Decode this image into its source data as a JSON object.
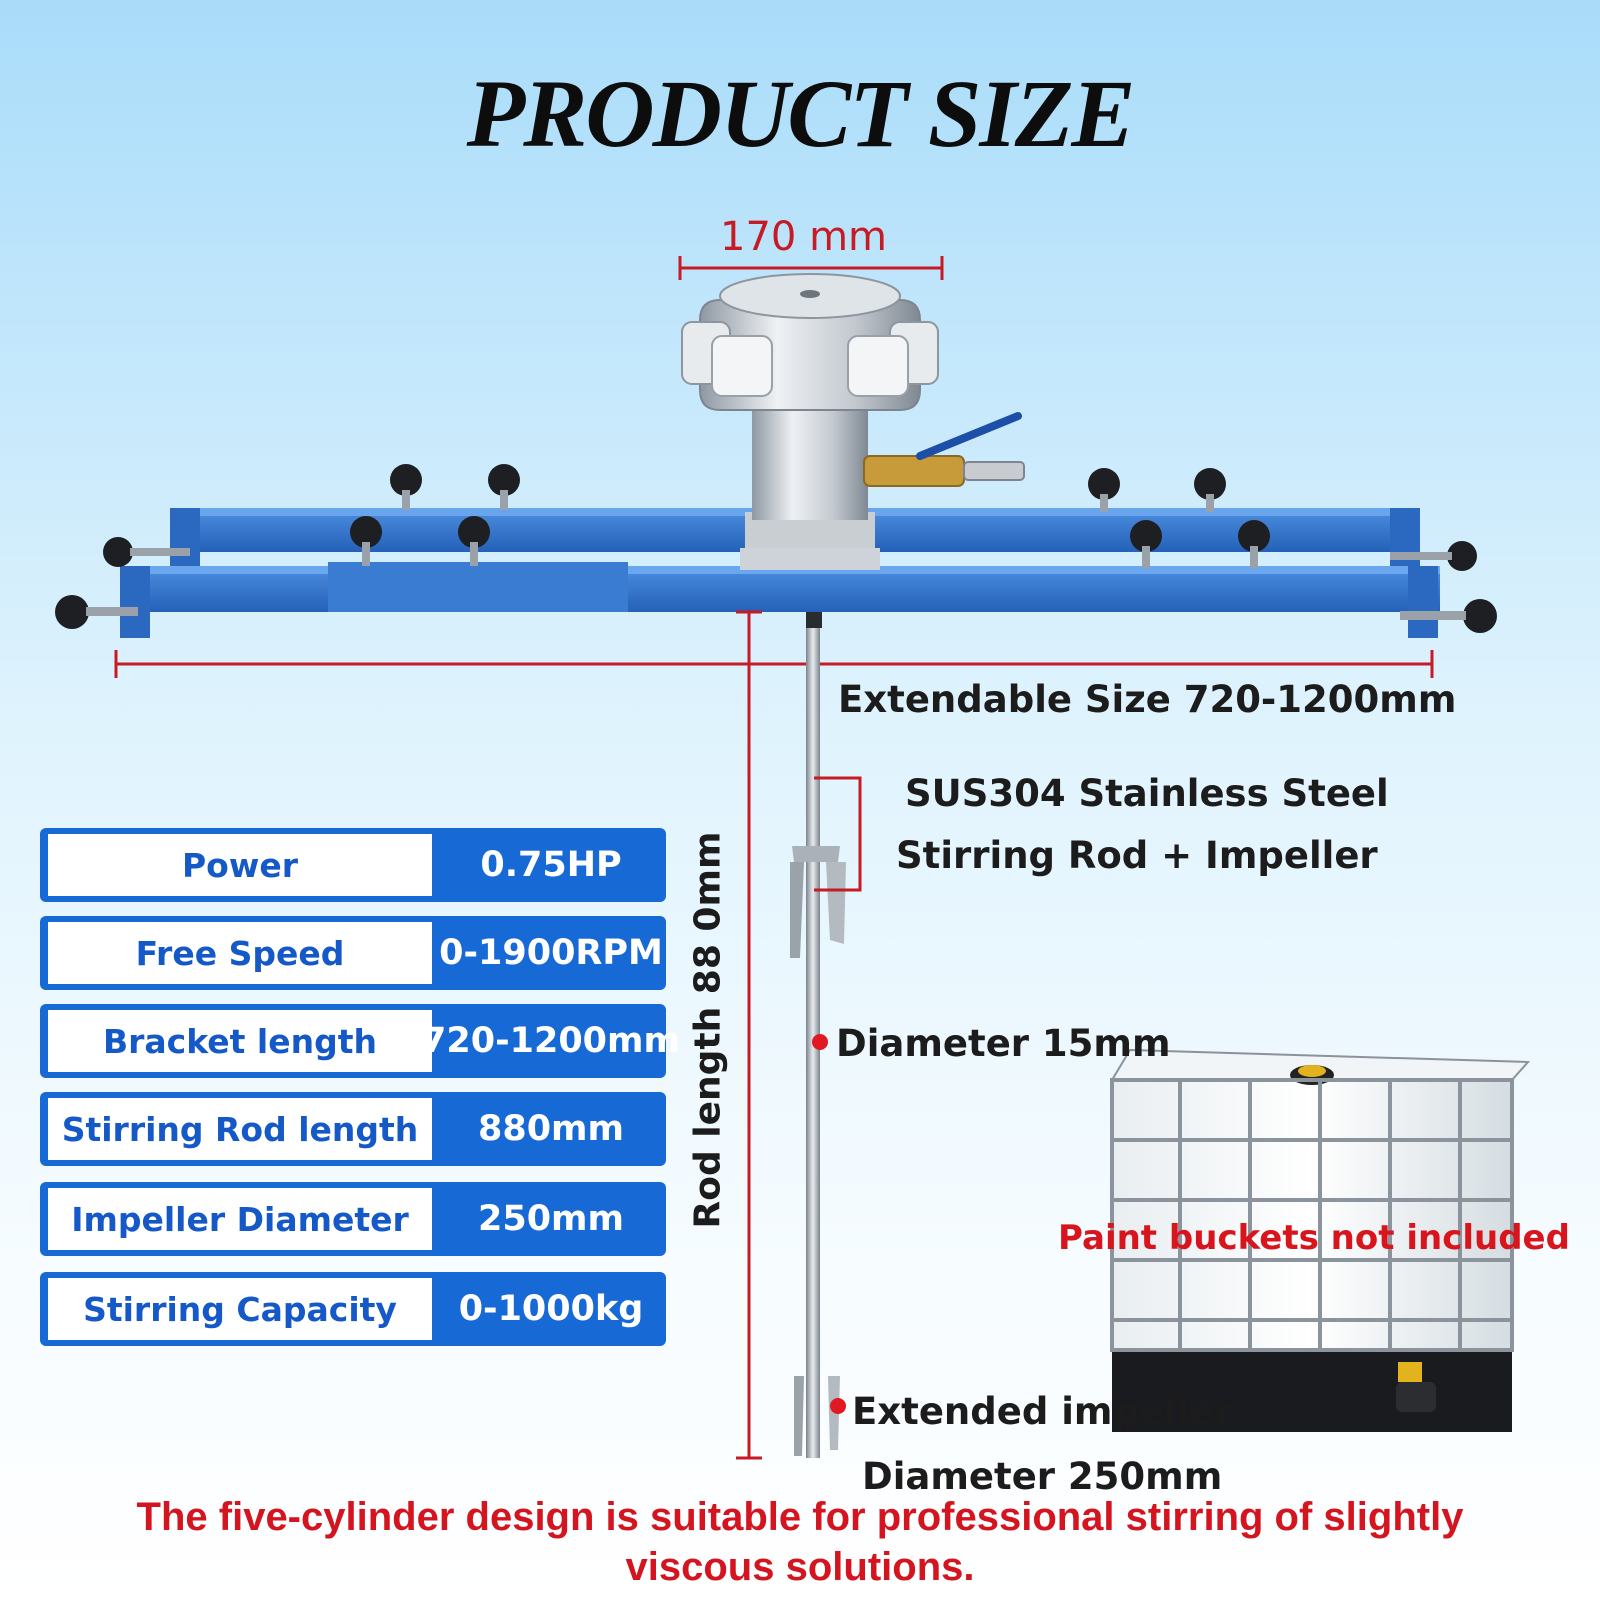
{
  "title": "PRODUCT SIZE",
  "dimensions": {
    "top_width": "170 mm",
    "extendable": "Extendable Size 720-1200mm",
    "rod_material_line1": "SUS304 Stainless Steel",
    "rod_material_line2": "Stirring Rod + Impeller",
    "rod_diameter": "Diameter 15mm",
    "rod_length": "Rod length 88 0mm",
    "impeller_line1": "Extended impeller",
    "impeller_line2": "Diameter 250mm"
  },
  "specs": [
    {
      "key": "Power",
      "value": "0.75HP"
    },
    {
      "key": "Free Speed",
      "value": "0-1900RPM"
    },
    {
      "key": "Bracket length",
      "value": "720-1200mm"
    },
    {
      "key": "Stirring Rod length",
      "value": "880mm"
    },
    {
      "key": "Impeller Diameter",
      "value": "250mm"
    },
    {
      "key": "Stirring Capacity",
      "value": "0-1000kg"
    }
  ],
  "bucket_note": "Paint buckets not included",
  "footer": "The five-cylinder design is suitable for professional stirring of slightly viscous solutions.",
  "colors": {
    "accent_blue": "#1769d6",
    "dimension_red": "#c61b25",
    "bracket_blue": "#2f73c9"
  }
}
